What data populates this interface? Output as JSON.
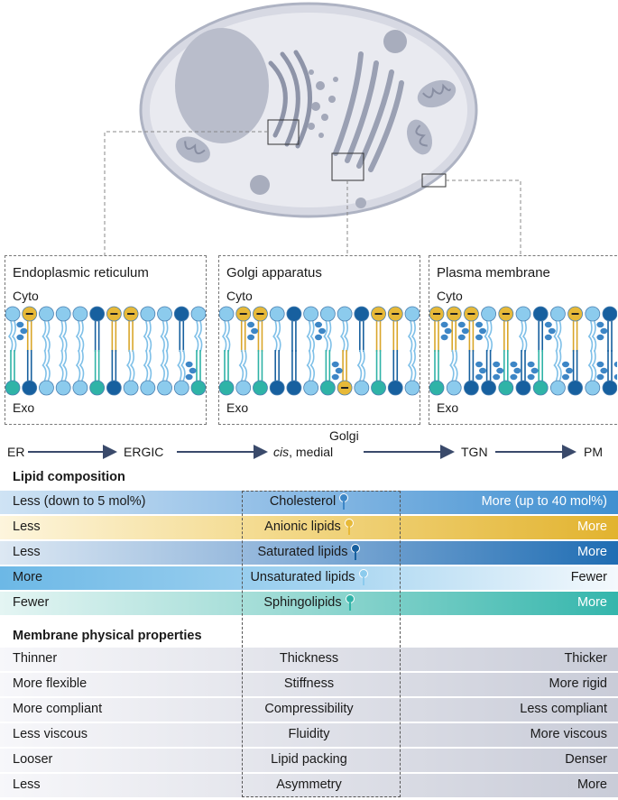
{
  "panels": [
    {
      "title": "Endoplasmic reticulum",
      "cyto": "Cyto",
      "exo": "Exo"
    },
    {
      "title": "Golgi apparatus",
      "cyto": "Cyto",
      "exo": "Exo"
    },
    {
      "title": "Plasma membrane",
      "cyto": "Cyto",
      "exo": "Exo"
    }
  ],
  "flow": {
    "er": "ER",
    "ergic": "ERGIC",
    "golgi_top": "Golgi",
    "golgi_cis": "cis",
    "golgi_rest": ", medial",
    "tgn": "TGN",
    "pm": "PM"
  },
  "lipid_section": {
    "title": "Lipid composition",
    "rows": [
      {
        "left": "Less (down to 5 mol%)",
        "center": "Cholesterol",
        "right": "More (up to 40 mol%)",
        "color": "#3f8fd0"
      },
      {
        "left": "Less",
        "center": "Anionic lipids",
        "right": "More",
        "color": "#e8b935"
      },
      {
        "left": "Less",
        "center": "Saturated lipids",
        "right": "More",
        "color": "#1f6db3"
      },
      {
        "left": "More",
        "center": "Unsaturated lipids",
        "right": "Fewer",
        "color": "#6cb8e6"
      },
      {
        "left": "Fewer",
        "center": "Sphingolipids",
        "right": "More",
        "color": "#34b6ac"
      }
    ]
  },
  "physical_section": {
    "title": "Membrane physical properties",
    "rows": [
      {
        "left": "Thinner",
        "center": "Thickness",
        "right": "Thicker"
      },
      {
        "left": "More flexible",
        "center": "Stiffness",
        "right": "More rigid"
      },
      {
        "left": "More compliant",
        "center": "Compressibility",
        "right": "Less compliant"
      },
      {
        "left": "Less viscous",
        "center": "Fluidity",
        "right": "More viscous"
      },
      {
        "left": "Looser",
        "center": "Lipid packing",
        "right": "Denser"
      },
      {
        "left": "Less",
        "center": "Asymmetry",
        "right": "More"
      }
    ]
  }
}
